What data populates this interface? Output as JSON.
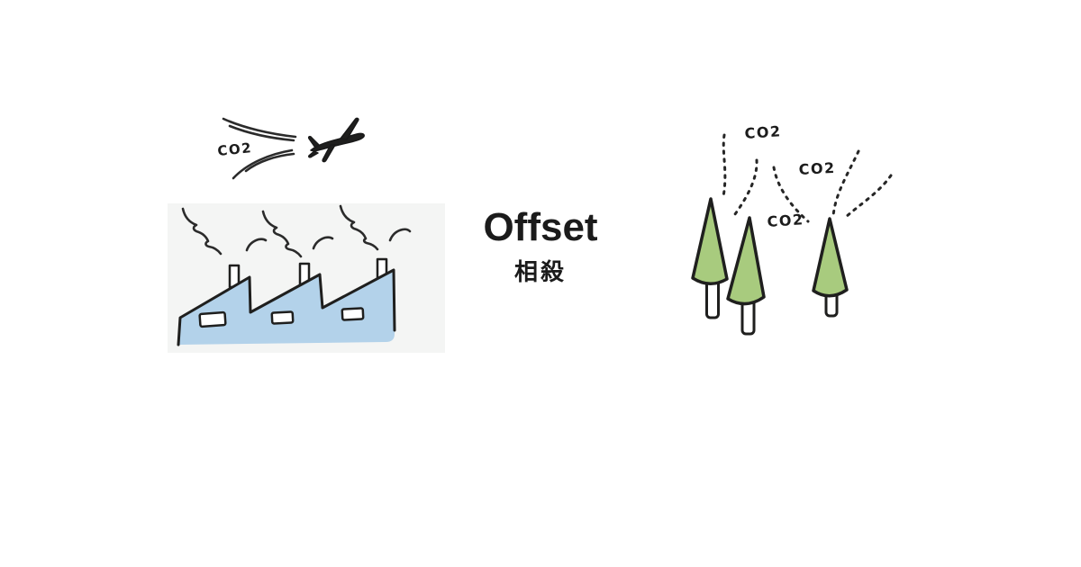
{
  "title": {
    "heading": "Offset",
    "subheading": "相殺"
  },
  "emissions_scene": {
    "co2_label": "CO2"
  },
  "absorption_scene": {
    "co2_labels": [
      "CO2",
      "CO2",
      "CO2"
    ]
  },
  "colors": {
    "background": "#ffffff",
    "ink": "#1f1f1e",
    "factory_blue": "#b3d2ea",
    "tree_green": "#a8cb7e",
    "panel": "#f4f5f4"
  }
}
